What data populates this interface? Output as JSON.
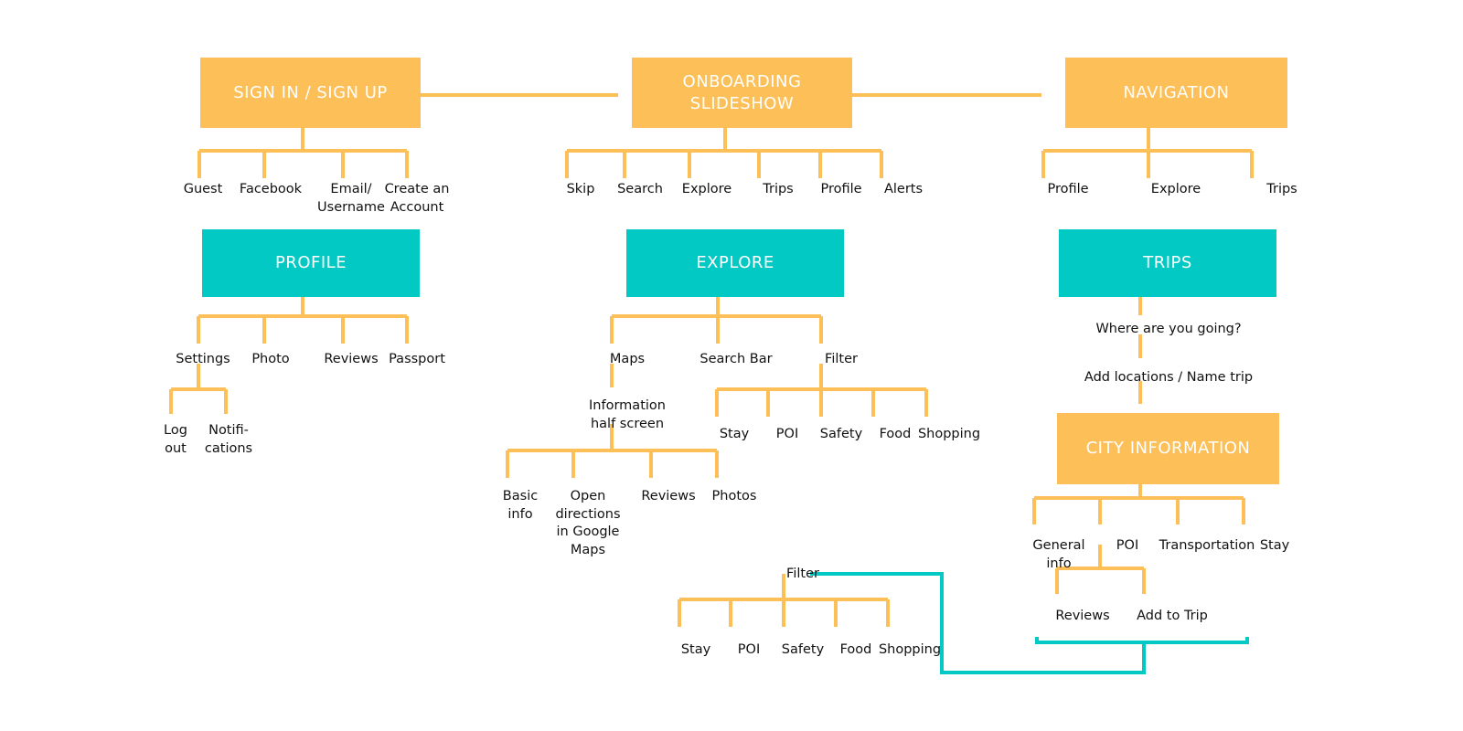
{
  "colors": {
    "orange": "#fdbf57",
    "teal": "#02c9c4",
    "text": "#111111"
  },
  "boxes": {
    "signin": "SIGN IN / SIGN UP",
    "onboarding": "ONBOARDING\nSLIDESHOW",
    "navigation": "NAVIGATION",
    "profile": "PROFILE",
    "explore": "EXPLORE",
    "trips": "TRIPS",
    "city_info": "CITY INFORMATION"
  },
  "signin_items": {
    "guest": "Guest",
    "facebook": "Facebook",
    "email": "Email/\nUsername",
    "create": "Create an\nAccount"
  },
  "onboarding_items": {
    "skip": "Skip",
    "search": "Search",
    "explore": "Explore",
    "trips": "Trips",
    "profile": "Profile",
    "alerts": "Alerts"
  },
  "navigation_items": {
    "profile": "Profile",
    "explore": "Explore",
    "trips": "Trips"
  },
  "profile_items": {
    "settings": "Settings",
    "photo": "Photo",
    "reviews": "Reviews",
    "passport": "Passport",
    "logout": "Log\nout",
    "notifications": "Notifi-\ncations"
  },
  "explore_items": {
    "maps": "Maps",
    "search_bar": "Search Bar",
    "filter": "Filter",
    "info_half": "Information\nhalf screen",
    "basic_info": "Basic\ninfo",
    "directions": "Open\ndirections\nin Google\nMaps",
    "reviews": "Reviews",
    "photos": "Photos",
    "f_stay": "Stay",
    "f_poi": "POI",
    "f_safety": "Safety",
    "f_food": "Food",
    "f_shopping": "Shopping"
  },
  "trips_items": {
    "where": "Where are you going?",
    "add_locations": "Add locations / Name trip",
    "general_info": "General\ninfo",
    "poi": "POI",
    "transportation": "Transportation",
    "stay": "Stay",
    "reviews": "Reviews",
    "add_to_trip": "Add to Trip"
  },
  "bottom_filter": {
    "filter": "Filter",
    "stay": "Stay",
    "poi": "POI",
    "safety": "Safety",
    "food": "Food",
    "shopping": "Shopping"
  }
}
